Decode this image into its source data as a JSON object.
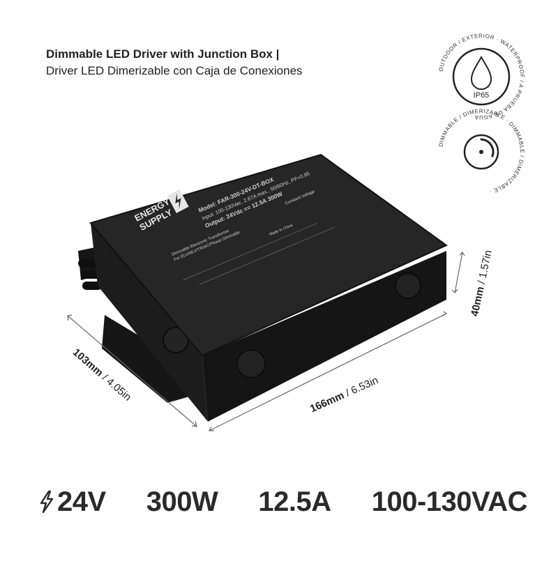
{
  "header": {
    "title_en": "Dimmable LED Driver with Junction Box |",
    "title_es": "Driver LED Dimerizable con Caja de Conexiones"
  },
  "badges": {
    "waterproof": {
      "icon": "water-drop-icon",
      "rating": "IP65",
      "ring_text": "OUTDOOR / EXTERIOR · WATERPROOF / A PRUEBA DE AGUA ·"
    },
    "dimmable": {
      "icon": "dimmer-knob-icon",
      "ring_text": "DIMMABLE / DIMERIZABLE · DIMMABLE / DIMERIZABLE ·"
    }
  },
  "product_label": {
    "brand_line1": "ENERGY",
    "brand_line2": "SUPPLY",
    "model": "Model: FAR-300-24V-DT-BOX",
    "input": "Input: 100-130Vac, 2.67A max., 50/60Hz, PF>0.95",
    "output": "Output: 24Vdc == 12.5A 300W",
    "constant_voltage": "Constant Voltage",
    "desc_line1": "Dimmable Electronic Transformer",
    "desc_line2": "For ELV/MLV/TRIAC/Phase Dimmable",
    "made_in": "Made In China"
  },
  "dimensions": {
    "depth_metric": "103mm",
    "depth_imperial": "/ 4.05in",
    "width_metric": "166mm",
    "width_imperial": "/ 6.53in",
    "height_metric": "40mm",
    "height_imperial": "/ 1.57in"
  },
  "specs": {
    "voltage": "24V",
    "power": "300W",
    "current": "12.5A",
    "input_range": "100-130VAC"
  },
  "colors": {
    "housing": "#1a1a1a",
    "housing_top": "#262626",
    "text": "#2a2a2a"
  }
}
